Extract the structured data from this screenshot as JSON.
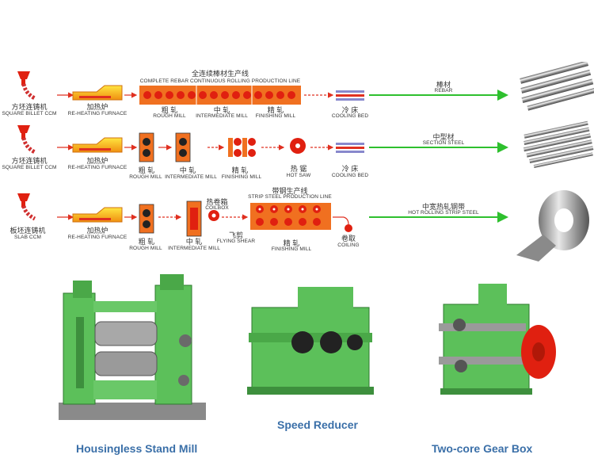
{
  "lines": [
    {
      "ccm": {
        "cn": "方坯连铸机",
        "en": "SQUARE BILLET CCM"
      },
      "furnace": {
        "cn": "加热炉",
        "en": "RE-HEATING FURNACE"
      },
      "line_title": {
        "cn": "全连续棒材生产线",
        "en": "COMPLETE REBAR CONTINUOUS ROLLING PRODUCTION LINE"
      },
      "rough": {
        "cn": "粗 轧",
        "en": "ROUGH MILL"
      },
      "intermediate": {
        "cn": "中 轧",
        "en": "INTERMEDIATE MILL"
      },
      "finishing": {
        "cn": "精 轧",
        "en": "FINISHING MILL"
      },
      "cooling": {
        "cn": "冷 床",
        "en": "COOLING BED"
      },
      "product": {
        "cn": "棒材",
        "en": "REBAR"
      }
    },
    {
      "ccm": {
        "cn": "方坯连铸机",
        "en": "SQUARE BILLET CCM"
      },
      "furnace": {
        "cn": "加热炉",
        "en": "RE-HEATING FURNACE"
      },
      "rough": {
        "cn": "粗 轧",
        "en": "ROUGH MILL"
      },
      "intermediate": {
        "cn": "中 轧",
        "en": "INTERMEDIATE MILL"
      },
      "finishing": {
        "cn": "精 轧",
        "en": "FINISHING MILL"
      },
      "saw": {
        "cn": "热 锯",
        "en": "HOT SAW"
      },
      "cooling": {
        "cn": "冷 床",
        "en": "COOLING BED"
      },
      "product": {
        "cn": "中型材",
        "en": "SECTION STEEL"
      }
    },
    {
      "ccm": {
        "cn": "板坯连铸机",
        "en": "SLAB CCM"
      },
      "furnace": {
        "cn": "加热炉",
        "en": "RE-HEATING FURNACE"
      },
      "rough": {
        "cn": "粗 轧",
        "en": "ROUGH MILL"
      },
      "intermediate": {
        "cn": "中 轧",
        "en": "INTERMEDIATE MILL"
      },
      "coilbox": {
        "cn": "热卷箱",
        "en": "COILBOX"
      },
      "shear": {
        "cn": "飞剪",
        "en": "FLYING SHEAR"
      },
      "line_title": {
        "cn": "带钢生产线",
        "en": "STRIP STEEL PRODUCTION LINE"
      },
      "finishing": {
        "cn": "精 轧",
        "en": "FINISHING MILL"
      },
      "coiling": {
        "cn": "卷取",
        "en": "COILING"
      },
      "product": {
        "cn": "中宽热轧钢带",
        "en": "HOT ROLLING STRIP STEEL"
      }
    }
  ],
  "captions": {
    "stand_mill": "Housingless Stand Mill",
    "reducer": "Speed Reducer",
    "gearbox": "Two-core Gear Box"
  },
  "colors": {
    "caption": "#3a6fa8",
    "arrow_red": "#e03020",
    "arrow_green": "#2ec02e",
    "mill_orange": "#f07020",
    "roll_red": "#e02010",
    "machine_green": "#5cc05a"
  }
}
